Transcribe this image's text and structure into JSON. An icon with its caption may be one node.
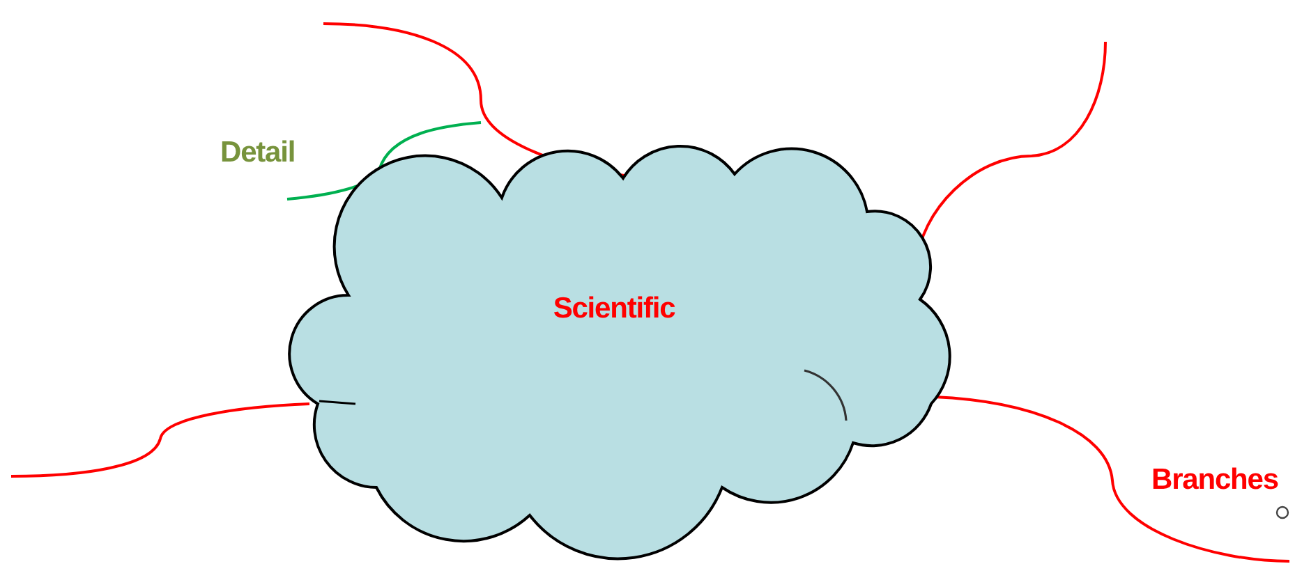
{
  "diagram": {
    "nodes": [
      {
        "text": [
          "Scientific"
        ]
      },
      {
        "text": [
          "Detail"
        ]
      }
    ],
    "edges": [
      {
        "from": 0,
        "to": null,
        "arrow": "none"
      },
      {
        "from": 0,
        "to": null,
        "arrow": "none"
      },
      {
        "from": 0,
        "to": null,
        "arrow": "none"
      },
      {
        "from": 0,
        "to": null,
        "arrow": "none",
        "label": "Branches"
      },
      {
        "from": 1,
        "to": null,
        "arrow": "none",
        "color": "#00b050"
      }
    ]
  }
}
